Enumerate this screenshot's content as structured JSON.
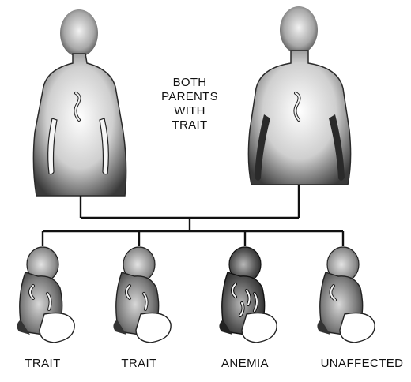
{
  "center_caption": {
    "line1": "BOTH",
    "line2": "PARENTS",
    "line3": "WITH",
    "line4": "TRAIT"
  },
  "parents": [
    {
      "id": "left-parent",
      "marker": "trait"
    },
    {
      "id": "right-parent",
      "marker": "trait"
    }
  ],
  "children": [
    {
      "label": "TRAIT"
    },
    {
      "label": "TRAIT"
    },
    {
      "label": "ANEMIA"
    },
    {
      "label": "UNAFFECTED"
    }
  ]
}
